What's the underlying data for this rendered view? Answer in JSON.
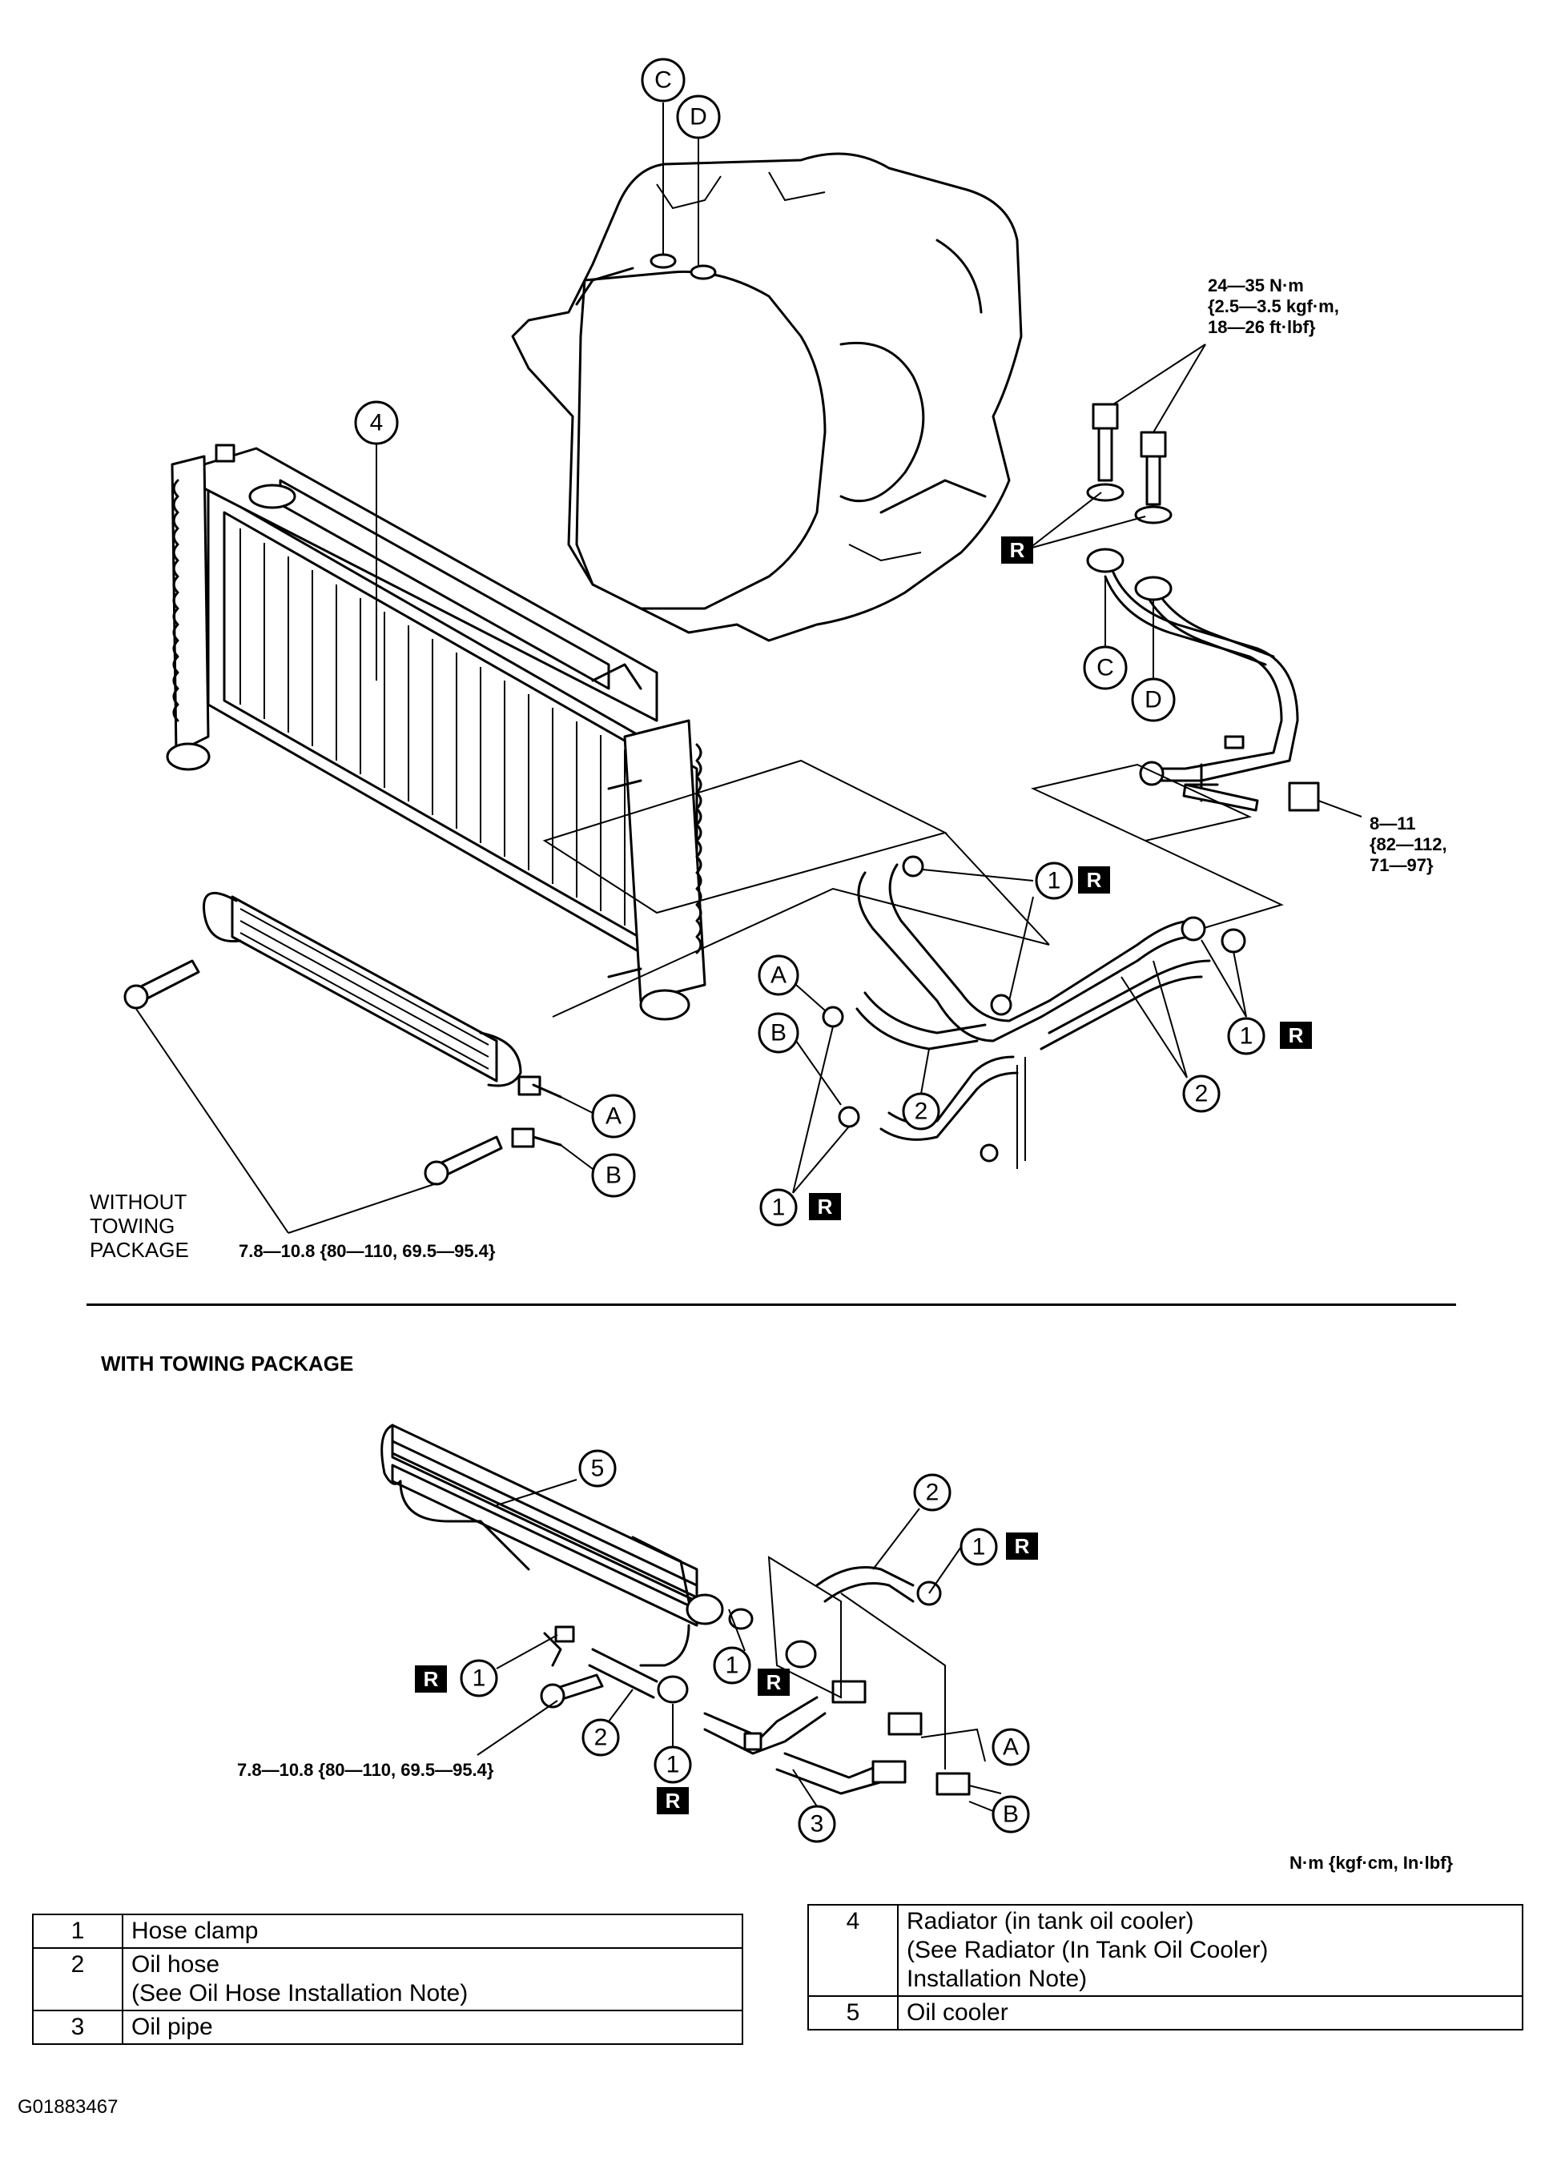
{
  "callouts": {
    "c_top": "C",
    "d_top": "D",
    "c_pipe": "C",
    "d_pipe": "D",
    "a_upper": "A",
    "b_upper": "B",
    "a_hose": "A",
    "b_hose": "B",
    "a_lower": "A",
    "b_lower": "B",
    "n4": "4",
    "n1_r1": "1",
    "n1_r2": "1",
    "n1_r3": "1",
    "n2_a": "2",
    "n2_b": "2",
    "n5": "5",
    "n2_c": "2",
    "n1_c": "1",
    "n1_d": "1",
    "n1_e": "1",
    "n2_d": "2",
    "n1_f": "1",
    "n3": "3"
  },
  "r_mark": "R",
  "specs": {
    "bolt_top_1": "24—35 N·m",
    "bolt_top_2": "{2.5—3.5 kgf·m,",
    "bolt_top_3": "18—26 ft·lbf}",
    "bolt_mid_1": "8—11",
    "bolt_mid_2": "{82—112,",
    "bolt_mid_3": "71—97}",
    "cooler_torque_upper": "7.8—10.8 {80—110, 69.5—95.4}",
    "cooler_torque_lower": "7.8—10.8 {80—110, 69.5—95.4}"
  },
  "labels": {
    "without_1": "WITHOUT",
    "without_2": "TOWING",
    "without_3": "PACKAGE",
    "with_towing": "WITH TOWING PACKAGE",
    "unit_note": "N·m {kgf·cm, In·lbf}",
    "figure_id": "G01883467"
  },
  "legend_left": [
    {
      "num": "1",
      "line1": "Hose clamp",
      "line2": ""
    },
    {
      "num": "2",
      "line1": "Oil hose",
      "line2": "(See Oil Hose Installation Note)"
    },
    {
      "num": "3",
      "line1": "Oil pipe",
      "line2": ""
    }
  ],
  "legend_right": [
    {
      "num": "4",
      "line1": "Radiator (in tank oil cooler)",
      "line2": "(See Radiator (In Tank Oil Cooler)",
      "line3": "Installation Note)"
    },
    {
      "num": "5",
      "line1": "Oil cooler",
      "line2": "",
      "line3": ""
    }
  ]
}
